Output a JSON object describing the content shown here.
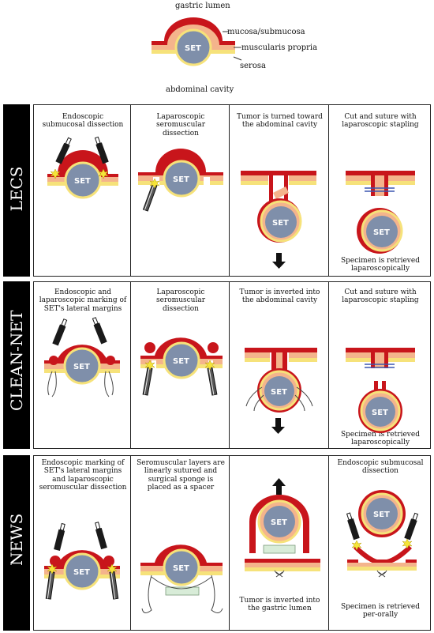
{
  "legend": {
    "gastric_lumen": "gastric lumen",
    "mucosa": "mucosa/submucosa",
    "muscularis": "muscularis propria",
    "serosa": "serosa",
    "abdominal_cavity": "abdominal cavity",
    "set": "SET"
  },
  "rows": [
    {
      "name": "LECS",
      "steps": [
        {
          "caption": "Endoscopic submucosal dissection"
        },
        {
          "caption": "Laparoscopic seromuscular dissection"
        },
        {
          "caption": "Tumor is turned toward the abdominal cavity"
        },
        {
          "caption": "Cut and suture with laparoscopic stapling",
          "note": "Specimen is retrieved laparoscopically"
        }
      ]
    },
    {
      "name": "CLEAN-NET",
      "steps": [
        {
          "caption": "Endoscopic and laparoscopic marking of SET's lateral margins"
        },
        {
          "caption": "Laparoscopic seromuscular dissection"
        },
        {
          "caption": "Tumor is inverted into the abdominal cavity"
        },
        {
          "caption": "Cut and suture with laparoscopic stapling",
          "note": "Specimen is retrieved laparoscopically"
        }
      ]
    },
    {
      "name": "NEWS",
      "steps": [
        {
          "caption": "Endoscopic marking of SET's lateral margins and laparoscopic seromuscular dissection"
        },
        {
          "caption": "Seromuscular layers are linearly sutured and surgical sponge is placed as a spacer"
        },
        {
          "caption": "",
          "note": "Tumor is inverted into the gastric lumen"
        },
        {
          "caption": "Endoscopic submucosal dissection",
          "note": "Specimen is retrieved per-orally"
        }
      ]
    }
  ],
  "colors": {
    "mucosa": "#c8151b",
    "muscularis": "#f4b48c",
    "serosa": "#f6e27a",
    "tumor": "#7f8faa",
    "header_bg": "#000000",
    "header_text": "#ffffff",
    "instrument": "#1a1a1a",
    "spark": "#f5e43a",
    "staple": "#3b57b0",
    "sponge": "#d8ecd8"
  }
}
